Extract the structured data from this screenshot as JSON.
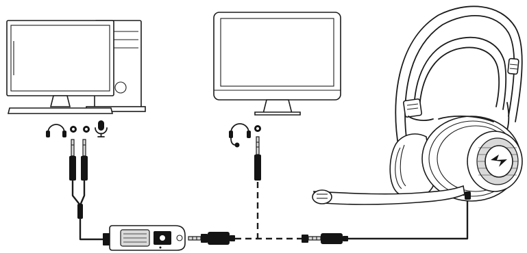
{
  "diagram": {
    "type": "headset connection illustration",
    "texts": []
  },
  "icons": [
    "pc-desktop-icon",
    "monitor-icon",
    "headphone-port-icon",
    "microphone-port-icon",
    "headset-port-icon",
    "combo-headset-port-icon",
    "headset-icon",
    "usb-sound-card-icon",
    "audio-plug-icon",
    "y-splitter-cable-icon"
  ],
  "cables": [
    {
      "from": "pc-audio-ports",
      "to": "usb-sound-card",
      "style": "solid"
    },
    {
      "from": "usb-sound-card",
      "to": "headset-extension",
      "style": "dashed"
    },
    {
      "from": "monitor-combo-port",
      "to": "headset-extension",
      "style": "dashed"
    },
    {
      "from": "headset-extension",
      "to": "headset",
      "style": "solid"
    }
  ],
  "colors": {
    "line": "#1a1a1a",
    "fill": "#ffffff",
    "shade": "#d9d9d9"
  }
}
